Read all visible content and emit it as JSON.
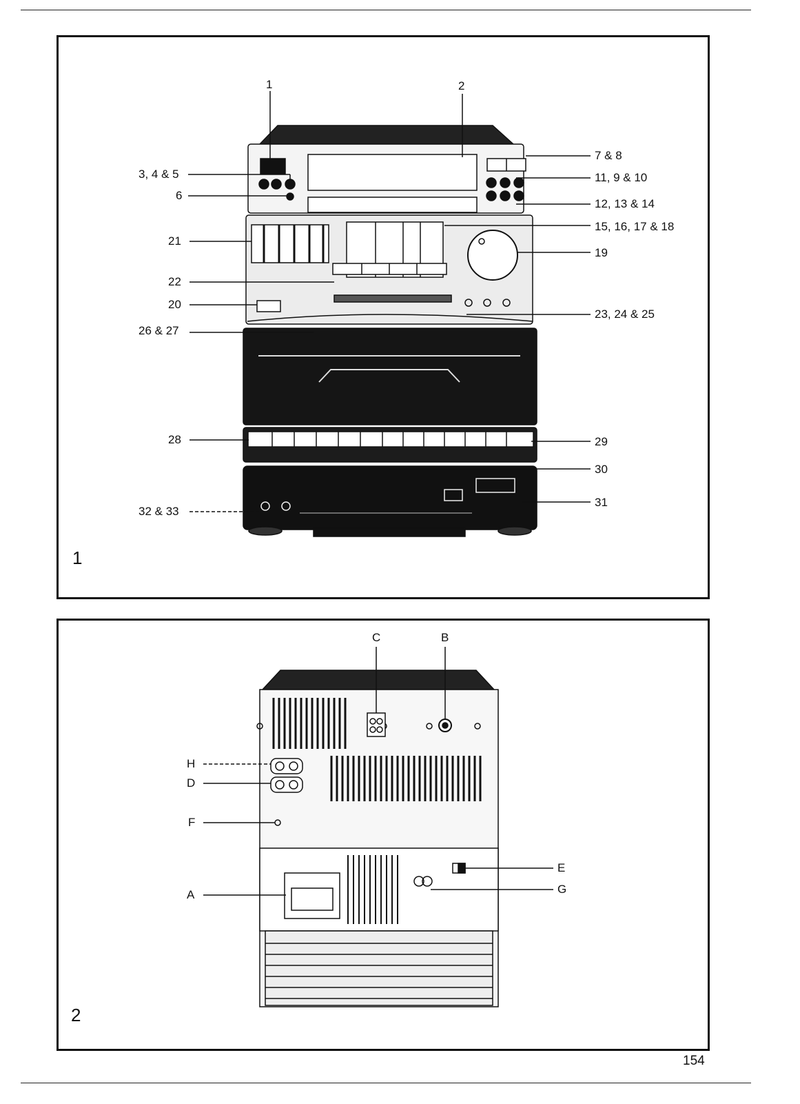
{
  "page_number": "154",
  "figure1": {
    "number": "1",
    "callouts": [
      {
        "id": "c1",
        "text": "1"
      },
      {
        "id": "c2",
        "text": "2"
      },
      {
        "id": "c3",
        "text": "3, 4 & 5"
      },
      {
        "id": "c6",
        "text": "6"
      },
      {
        "id": "c7",
        "text": "7 & 8"
      },
      {
        "id": "c11",
        "text": "11, 9 & 10"
      },
      {
        "id": "c12",
        "text": "12, 13 & 14"
      },
      {
        "id": "c15",
        "text": "15, 16, 17 & 18"
      },
      {
        "id": "c19",
        "text": "19"
      },
      {
        "id": "c21",
        "text": "21"
      },
      {
        "id": "c22",
        "text": "22"
      },
      {
        "id": "c20",
        "text": "20"
      },
      {
        "id": "c23",
        "text": "23, 24 & 25"
      },
      {
        "id": "c26",
        "text": "26 & 27"
      },
      {
        "id": "c28",
        "text": "28"
      },
      {
        "id": "c29",
        "text": "29"
      },
      {
        "id": "c30",
        "text": "30"
      },
      {
        "id": "c31",
        "text": "31"
      },
      {
        "id": "c32",
        "text": "32 & 33"
      }
    ]
  },
  "figure2": {
    "number": "2",
    "callouts": [
      {
        "id": "cC",
        "text": "C"
      },
      {
        "id": "cB",
        "text": "B"
      },
      {
        "id": "cH",
        "text": "H"
      },
      {
        "id": "cD",
        "text": "D"
      },
      {
        "id": "cF",
        "text": "F"
      },
      {
        "id": "cE",
        "text": "E"
      },
      {
        "id": "cG",
        "text": "G"
      },
      {
        "id": "cA",
        "text": "A"
      }
    ]
  }
}
